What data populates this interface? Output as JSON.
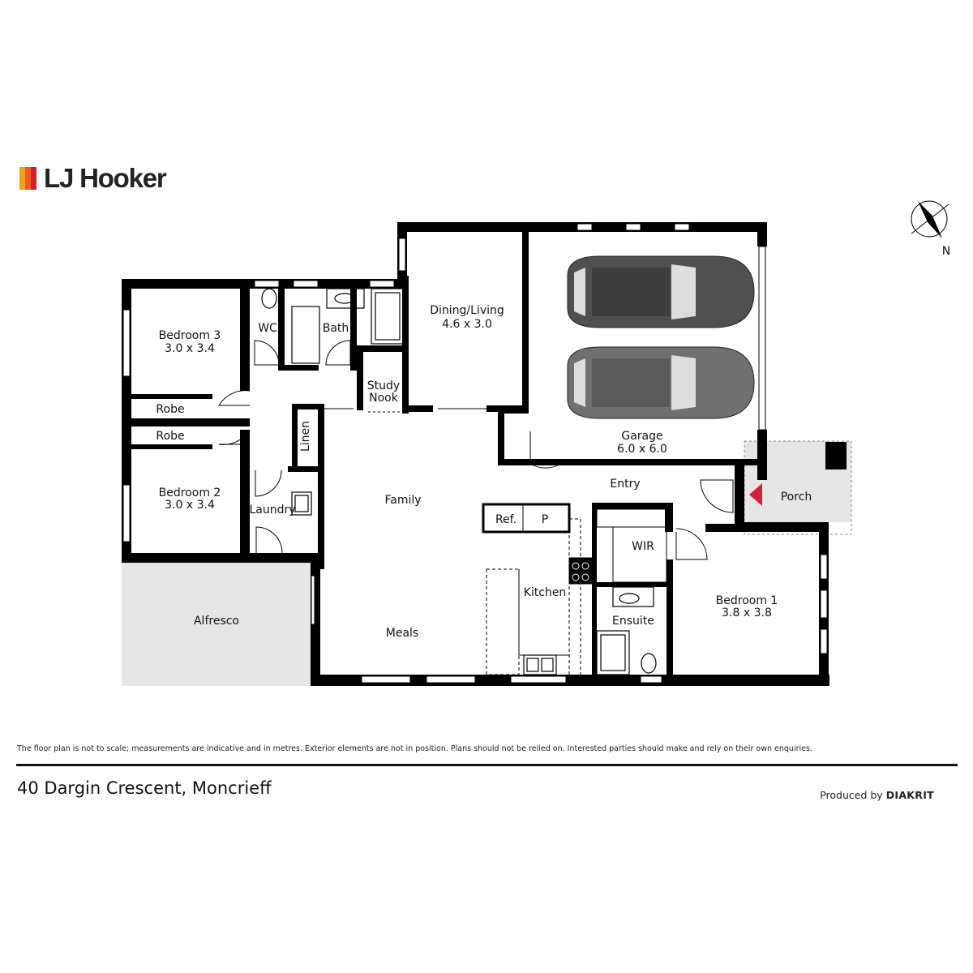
{
  "brand": {
    "name": "LJ Hooker",
    "bar_colors": [
      "#f6a01a",
      "#ef5a24",
      "#d81e2a"
    ]
  },
  "compass": {
    "label": "N"
  },
  "rooms": {
    "bedroom3": {
      "name": "Bedroom 3",
      "dims": "3.0 x 3.4"
    },
    "robe_upper": {
      "name": "Robe"
    },
    "robe_lower": {
      "name": "Robe"
    },
    "bedroom2": {
      "name": "Bedroom 2",
      "dims": "3.0 x 3.4"
    },
    "wc": {
      "name": "WC"
    },
    "bath": {
      "name": "Bath"
    },
    "study": {
      "name_line1": "Study",
      "name_line2": "Nook"
    },
    "linen": {
      "name": "Linen"
    },
    "laundry": {
      "name": "Laundry"
    },
    "dining": {
      "name": "Dining/Living",
      "dims": "4.6 x 3.0"
    },
    "garage": {
      "name": "Garage",
      "dims": "6.0 x 6.0"
    },
    "family": {
      "name": "Family"
    },
    "entry": {
      "name": "Entry"
    },
    "porch": {
      "name": "Porch"
    },
    "ref": {
      "name": "Ref."
    },
    "pantry": {
      "name": "P"
    },
    "wir": {
      "name": "WIR"
    },
    "kitchen": {
      "name": "Kitchen"
    },
    "ensuite": {
      "name": "Ensuite"
    },
    "bedroom1": {
      "name": "Bedroom 1",
      "dims": "3.8 x 3.8"
    },
    "alfresco": {
      "name": "Alfresco"
    },
    "meals": {
      "name": "Meals"
    }
  },
  "colors": {
    "wall": "#000000",
    "outdoor_fill": "#e6e6e6",
    "entry_marker": "#d81e3c"
  },
  "disclaimer": "The floor plan is not to scale; measurements are indicative and in metres. Exterior elements are not in position. Plans should not be relied on. Interested parties should make and rely on their own enquiries.",
  "address": "40 Dargin Crescent, Moncrieff",
  "producer": {
    "prefix": "Produced by",
    "name": "DIAKRIT"
  }
}
